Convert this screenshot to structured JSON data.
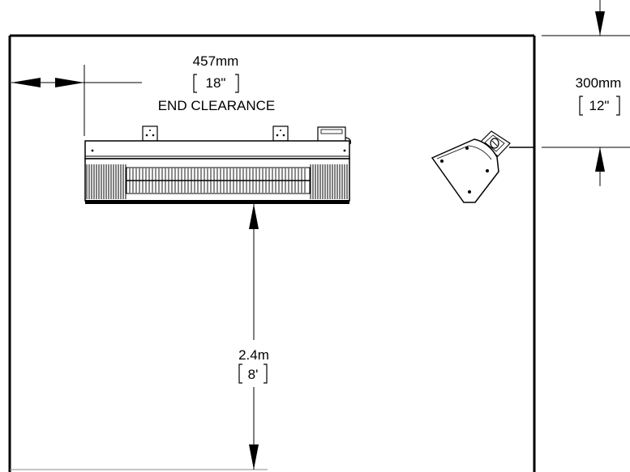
{
  "end_clearance": {
    "value": "457mm",
    "value_imperial": "18\"",
    "caption": "END CLEARANCE"
  },
  "ceiling_clearance": {
    "value": "300mm",
    "value_imperial": "12\""
  },
  "mounting_height": {
    "value": "2.4m",
    "value_imperial": "8'"
  },
  "colors": {
    "line": "#000000",
    "background": "#ffffff"
  }
}
